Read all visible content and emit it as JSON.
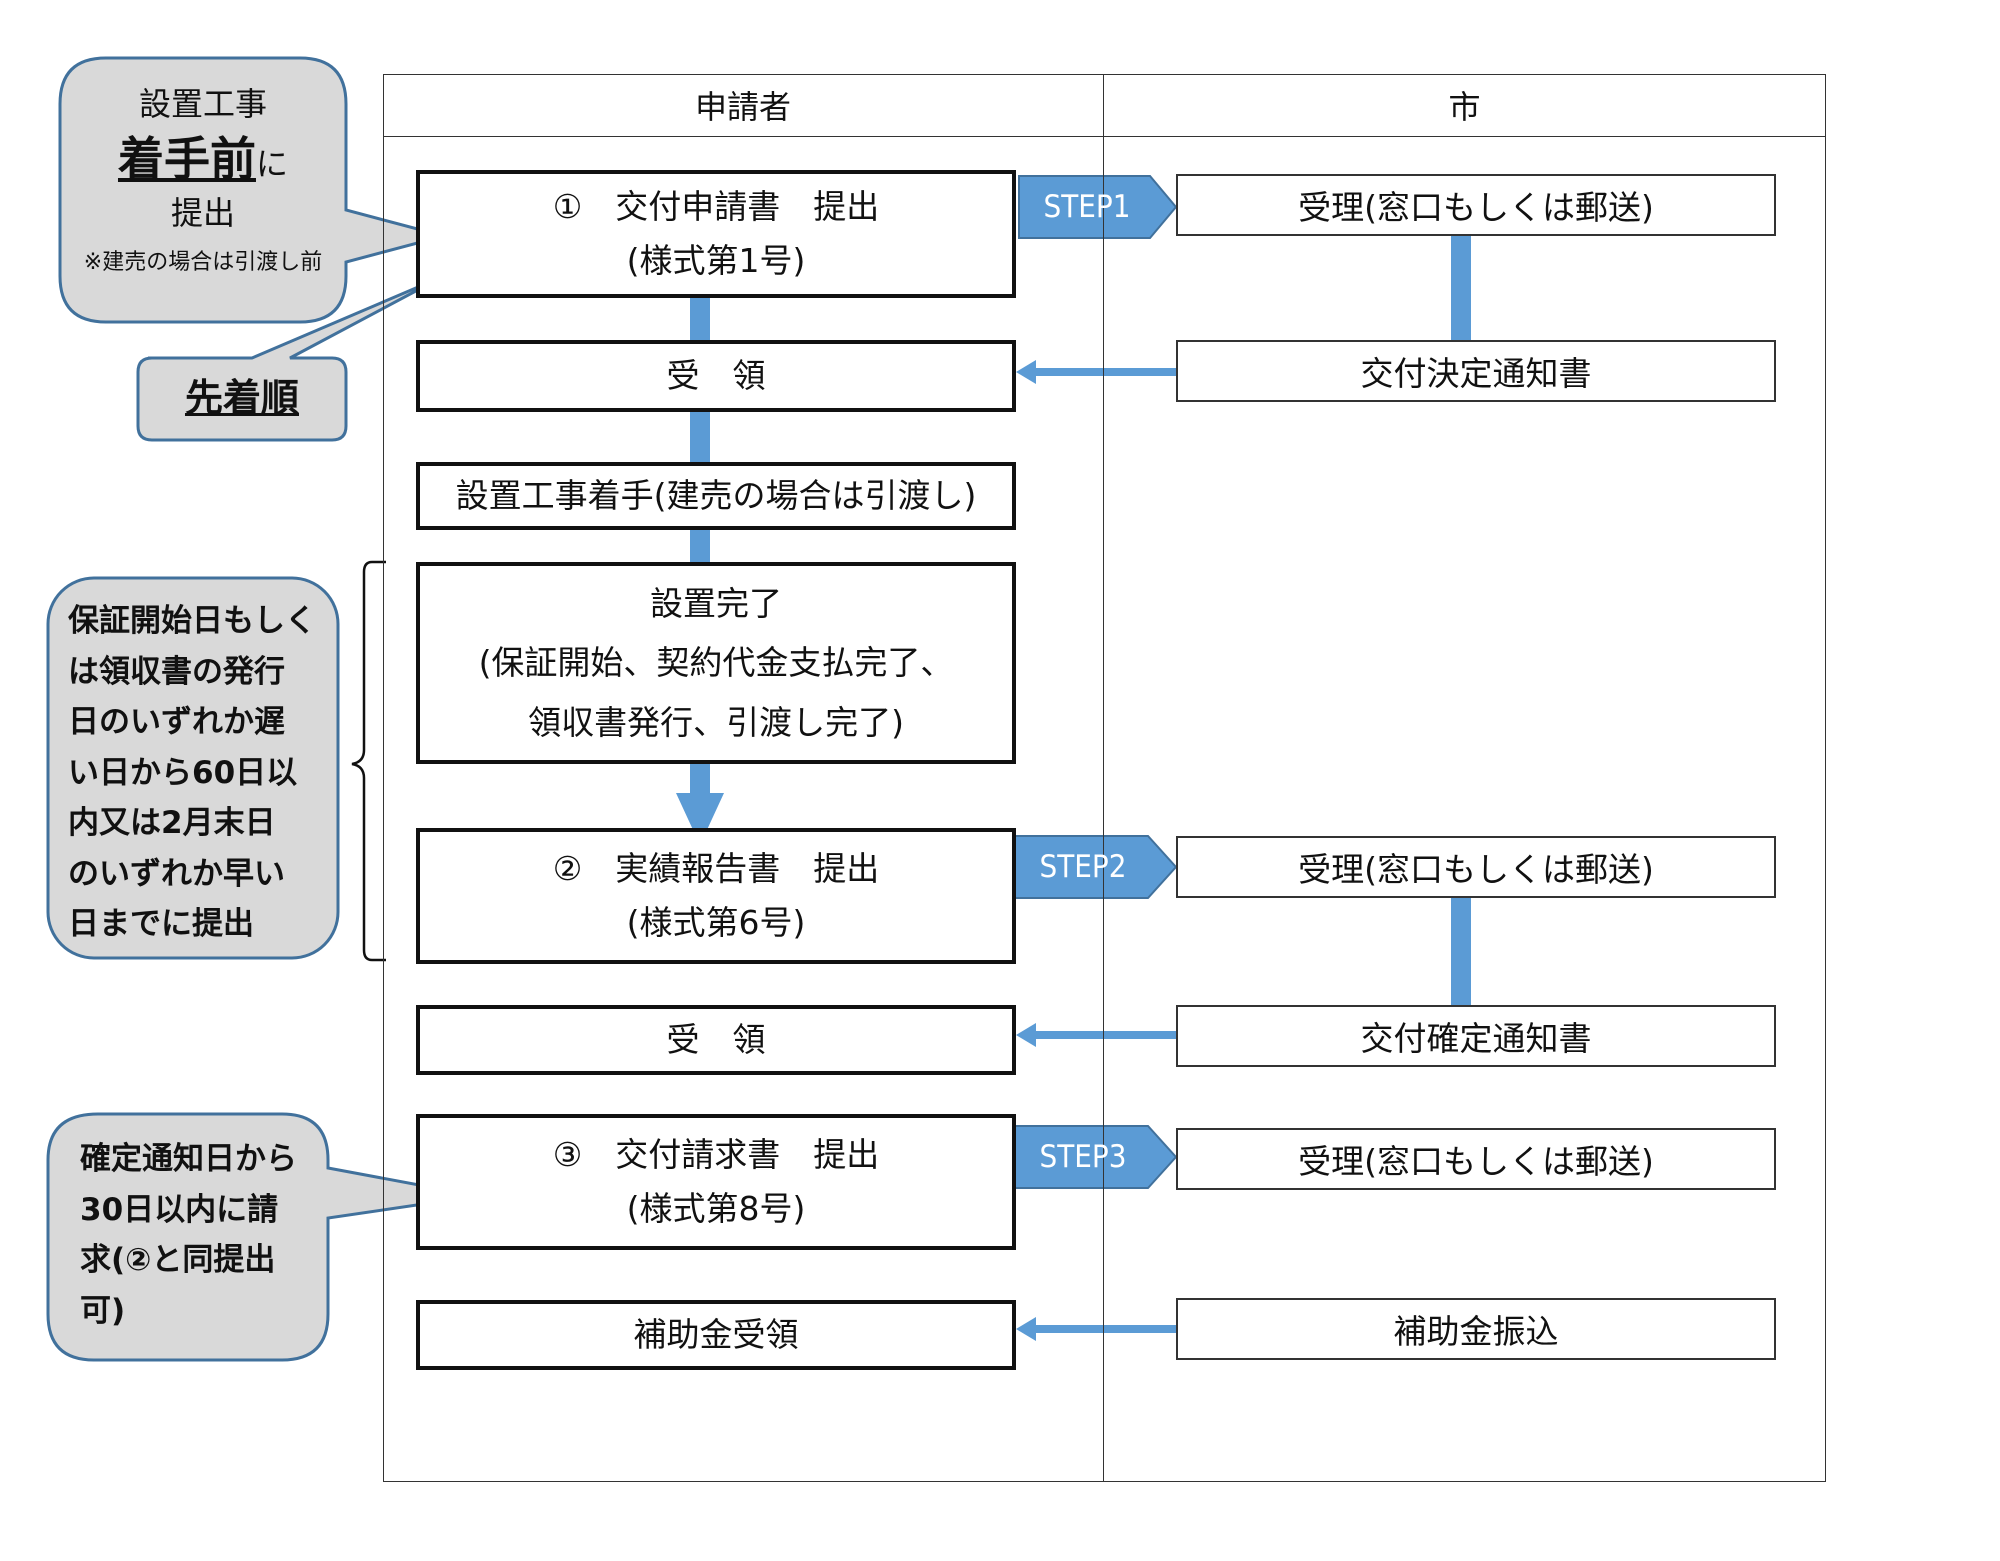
{
  "lanes": {
    "applicant": "申請者",
    "city": "市"
  },
  "applicant_steps": {
    "submit_application": {
      "line1": "①　交付申請書　提出",
      "line2": "(様式第1号)"
    },
    "receive_1": "受　領",
    "start_construction": "設置工事着手(建売の場合は引渡し)",
    "installation_complete": {
      "line1": "設置完了",
      "line2": "(保証開始、契約代金支払完了、",
      "line3": "領収書発行、引渡し完了)"
    },
    "submit_report": {
      "line1": "②　実績報告書　提出",
      "line2": "(様式第6号)"
    },
    "receive_2": "受　領",
    "submit_claim": {
      "line1": "③　交付請求書　提出",
      "line2": "(様式第8号)"
    },
    "receive_subsidy": "補助金受領"
  },
  "city_steps": {
    "accept_1": "受理(窓口もしくは郵送)",
    "grant_decision": "交付決定通知書",
    "accept_2": "受理(窓口もしくは郵送)",
    "grant_confirmation": "交付確定通知書",
    "accept_3": "受理(窓口もしくは郵送)",
    "subsidy_transfer": "補助金振込"
  },
  "steps": {
    "step1": "STEP1",
    "step2": "STEP2",
    "step3": "STEP3"
  },
  "callouts": {
    "before_start": {
      "line1": "設置工事",
      "emphasis": "着手前",
      "suffix": "に",
      "line3": "提出",
      "note": "※建売の場合は引渡し前"
    },
    "first_come": "先着順",
    "deadline_report": [
      "保証開始日もしく",
      "は領収書の発行",
      "日のいずれか遅",
      "い日から60日以",
      "内又は2月末日",
      "のいずれか早い",
      "日までに提出"
    ],
    "deadline_claim": [
      "確定通知日から",
      "30日以内に請",
      "求(②と同提出",
      "可)"
    ]
  },
  "colors": {
    "connector": "#5b9bd5",
    "callout_fill": "#d9d9d9",
    "callout_border": "#41719c",
    "step_fill": "#5b9bd5"
  }
}
